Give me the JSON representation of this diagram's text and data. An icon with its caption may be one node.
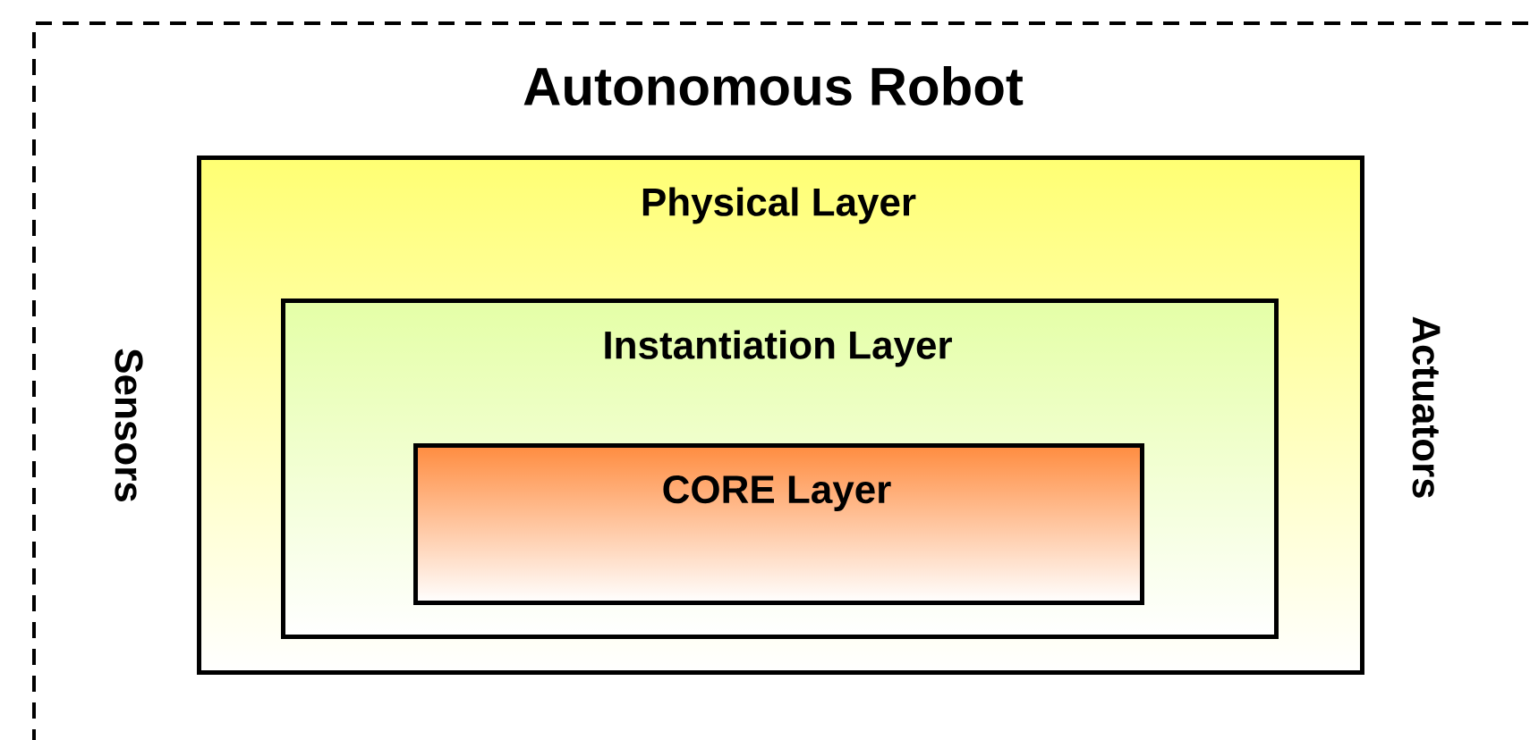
{
  "diagram": {
    "nodes": [
      {
        "text": [
          "Autonomous Robot"
        ]
      },
      {
        "text": [
          "Physical Layer"
        ],
        "in": 0
      },
      {
        "text": [
          "Instantiation Layer"
        ],
        "in": 1
      },
      {
        "text": [
          "CORE Layer"
        ],
        "in": 2
      }
    ],
    "labels": [
      "Sensors",
      "Actuators"
    ]
  }
}
